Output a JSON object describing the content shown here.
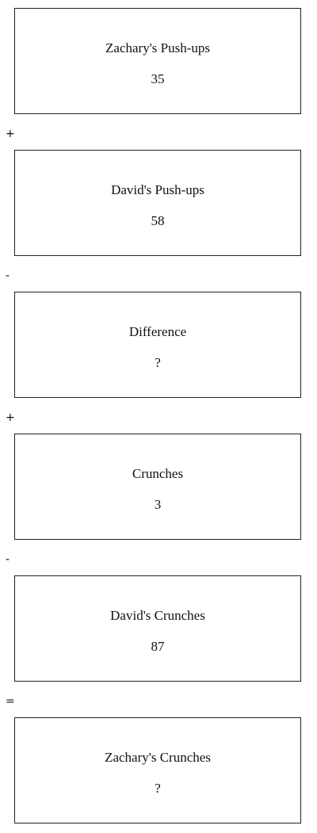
{
  "boxes": [
    {
      "label": "Zachary's Push-ups",
      "value": "35"
    },
    {
      "label": "David's Push-ups",
      "value": "58"
    },
    {
      "label": "Difference",
      "value": "?"
    },
    {
      "label": "Crunches",
      "value": "3"
    },
    {
      "label": "David's Crunches",
      "value": "87"
    },
    {
      "label": "Zachary's Crunches",
      "value": "?"
    }
  ],
  "operators": [
    "+",
    "-",
    "+",
    "-",
    "="
  ]
}
